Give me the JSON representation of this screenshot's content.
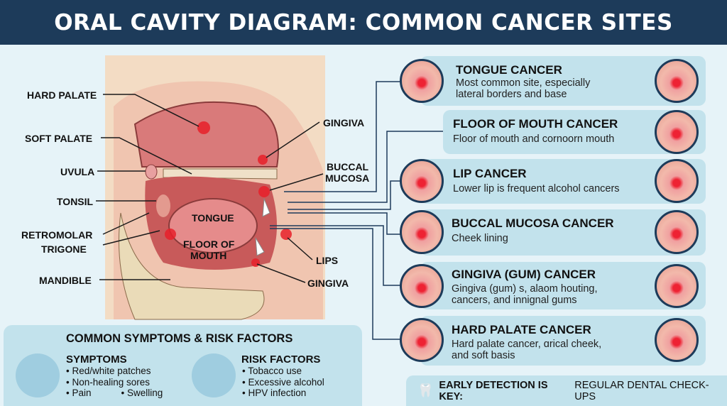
{
  "title": "ORAL CAVITY DIAGRAM: COMMON CANCER SITES",
  "labels": {
    "hard_palate": "HARD PALATE",
    "soft_palate": "SOFT PALATE",
    "uvula": "UVULA",
    "tonsil": "TONSIL",
    "retromolar": "RETROMOLAR",
    "trigone": "TRIGONE",
    "mandible": "MANDIBLE",
    "gingiva_top": "GINGIVA",
    "buccal": "BUCCAL",
    "mucosa": "MUCOSA",
    "tongue": "TONGUE",
    "floor_of": "FLOOR OF",
    "mouth": "MOUTH",
    "lips": "LIPS",
    "gingiva_bottom": "GINGIVA"
  },
  "cards": [
    {
      "title": "TONGUE CANCER",
      "line1": "Most common site, especially",
      "line2": "lateral borders and base"
    },
    {
      "title": "FLOOR OF MOUTH CANCER",
      "line1": "Floor of mouth and cornoorn mouth",
      "line2": ""
    },
    {
      "title": "LIP CANCER",
      "line1": "Lower lip is frequent alcohol cancers",
      "line2": ""
    },
    {
      "title": "BUCCAL MUCOSA CANCER",
      "line1": "Cheek lining",
      "line2": ""
    },
    {
      "title": "GINGIVA (GUM) CANCER",
      "line1": "Gingiva (gum) s, alaom houting,",
      "line2": "cancers, and innignal gums"
    },
    {
      "title": "HARD PALATE CANCER",
      "line1": "Hard palate cancer, ɑrical cheek,",
      "line2": "and soft basis"
    }
  ],
  "panel": {
    "title": "COMMON SYMPTOMS & RISK FACTORS",
    "symptoms_title": "SYMPTOMS",
    "symptoms": [
      "Red/white patches",
      "Non-healing sores",
      "Pain",
      "Swelling"
    ],
    "risk_title": "RISK FACTORS",
    "risks": [
      "Tobacco use",
      "Excessive alcohol",
      "HPV infection"
    ]
  },
  "footer": {
    "bold": "EARLY DETECTION IS KEY:",
    "text": "REGULAR DENTAL CHECK-UPS"
  },
  "colors": {
    "navy": "#1d3b5a",
    "card": "#c2e2ec",
    "bg": "#e6f3f8",
    "lesion": "#e8202a"
  }
}
